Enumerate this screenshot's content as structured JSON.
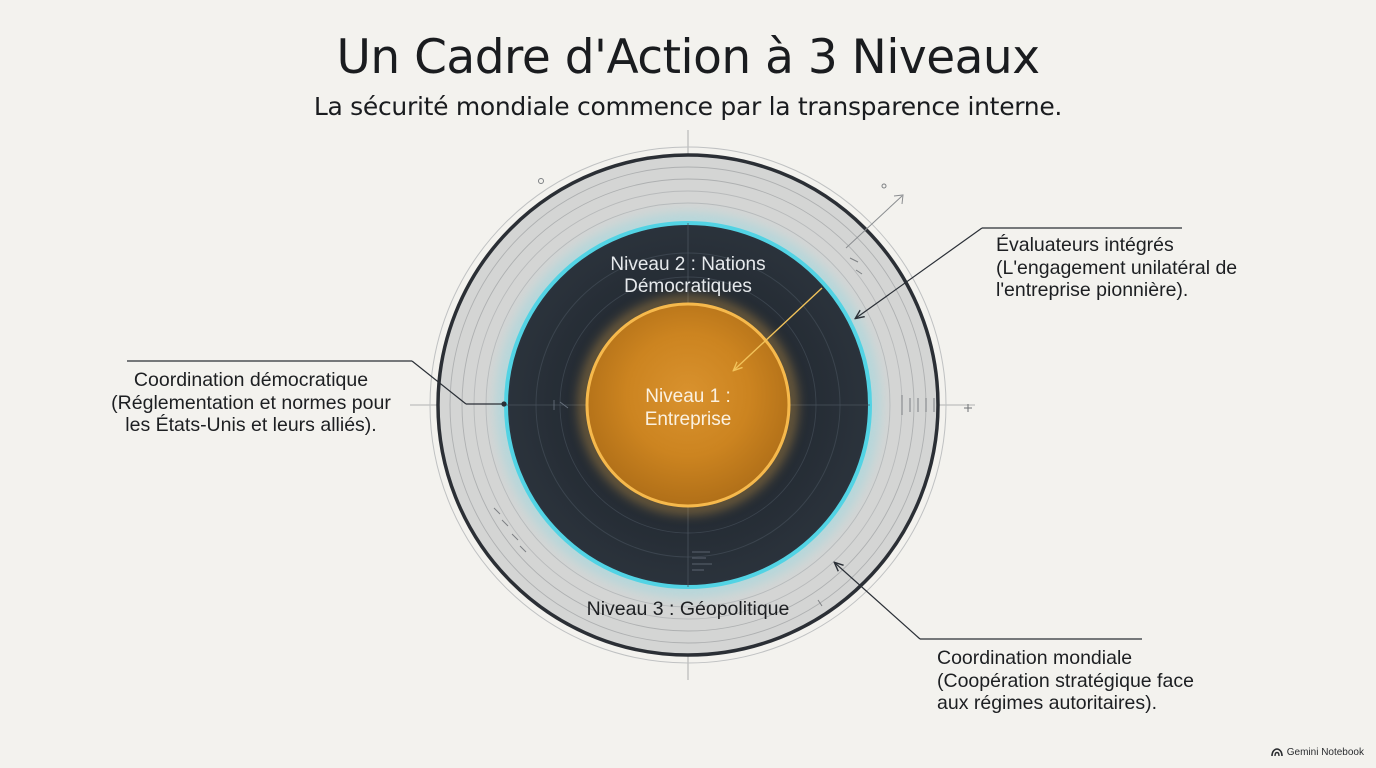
{
  "header": {
    "title": "Un Cadre d'Action à 3 Niveaux",
    "subtitle": "La sécurité mondiale commence par la transparence interne."
  },
  "levels": {
    "level1": {
      "line1": "Niveau 1 :",
      "line2": "Entreprise"
    },
    "level2": {
      "line1": "Niveau 2 : Nations",
      "line2": "Démocratiques"
    },
    "level3": {
      "label": "Niveau 3 : Géopolitique"
    }
  },
  "callouts": {
    "evaluators": {
      "lines": [
        "Évaluateurs intégrés",
        "(L'engagement unilatéral de",
        "l'entreprise pionnière)."
      ]
    },
    "democratic": {
      "lines": [
        "Coordination démocratique",
        "(Réglementation et normes pour",
        "les États-Unis et leurs alliés)."
      ]
    },
    "global": {
      "lines": [
        "Coordination mondiale",
        "(Coopération stratégique face",
        "aux régimes autoritaires)."
      ]
    }
  },
  "colors": {
    "background": "#f3f2ee",
    "core_orange": "#f0a33a",
    "ring_cyan": "#4fd6e6",
    "dark_navy": "#262d35",
    "outer_grey": "#cfd0cf"
  },
  "watermark": {
    "text": "Gemini Notebook",
    "icon": "gemini-notebook-logo-icon"
  }
}
